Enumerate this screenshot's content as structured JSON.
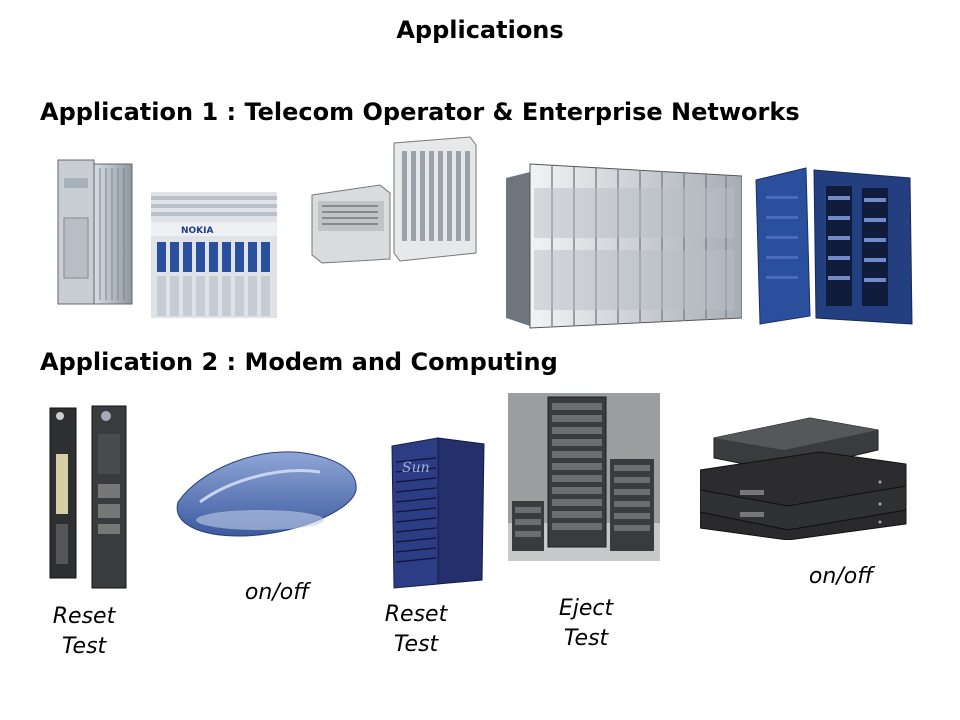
{
  "page": {
    "title": "Applications",
    "application1": "Application 1 : Telecom Operator & Enterprise Networks",
    "application2": "Application 2 : Modem and Computing"
  },
  "devices_row1": [
    {
      "icon": "telecom-cabinet-icon"
    },
    {
      "icon": "nokia-rack-icon",
      "label": "NOKIA"
    },
    {
      "icon": "network-chassis-icon"
    },
    {
      "icon": "server-cabinet-row-icon"
    },
    {
      "icon": "blue-server-racks-icon"
    }
  ],
  "devices_row2": [
    {
      "icon": "hp-blade-server-icon"
    },
    {
      "icon": "dsl-modem-icon"
    },
    {
      "icon": "sun-tower-server-icon",
      "label": "Sun"
    },
    {
      "icon": "storage-tower-icon"
    },
    {
      "icon": "stacked-routers-icon"
    }
  ],
  "captions": {
    "c1": [
      "Reset",
      "Test"
    ],
    "c2": [
      "on/off"
    ],
    "c3": [
      "Reset",
      "Test"
    ],
    "c4": [
      "Eject",
      "Test"
    ],
    "c5": [
      "on/off"
    ]
  },
  "colors": {
    "steel": "#9aa3ad",
    "blue": "#2a4f9c",
    "dark": "#2c2c2e"
  }
}
